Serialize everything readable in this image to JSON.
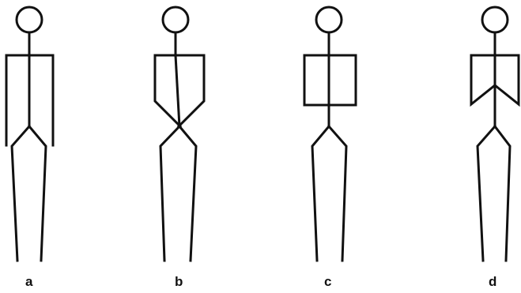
{
  "figures": [
    {
      "label": "a"
    },
    {
      "label": "b"
    },
    {
      "label": "c"
    },
    {
      "label": "d"
    }
  ]
}
